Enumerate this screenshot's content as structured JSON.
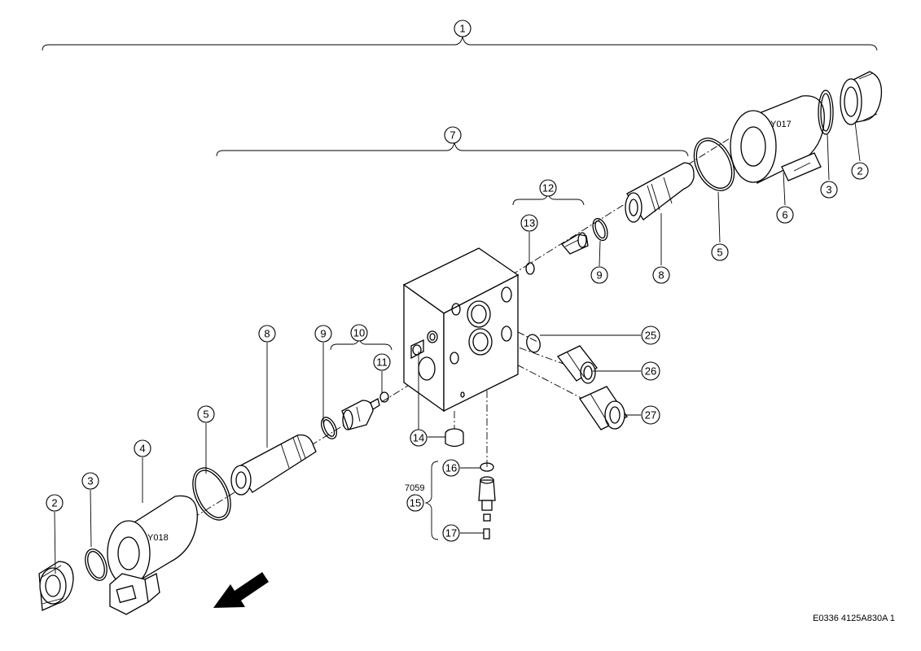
{
  "callouts": {
    "c1": "1",
    "c2a": "2",
    "c2b": "2",
    "c3a": "3",
    "c3b": "3",
    "c4": "4",
    "c5a": "5",
    "c5b": "5",
    "c6": "6",
    "c7": "7",
    "c8a": "8",
    "c8b": "8",
    "c9a": "9",
    "c9b": "9",
    "c10": "10",
    "c11": "11",
    "c12": "12",
    "c13": "13",
    "c14": "14",
    "c15": "15",
    "c16": "16",
    "c17": "17",
    "c25": "25",
    "c26": "26",
    "c27": "27"
  },
  "labels": {
    "coil_right": "Y017",
    "coil_left": "Y018",
    "kit_number": "7059"
  },
  "reference": "E0336 4125A830A 1"
}
